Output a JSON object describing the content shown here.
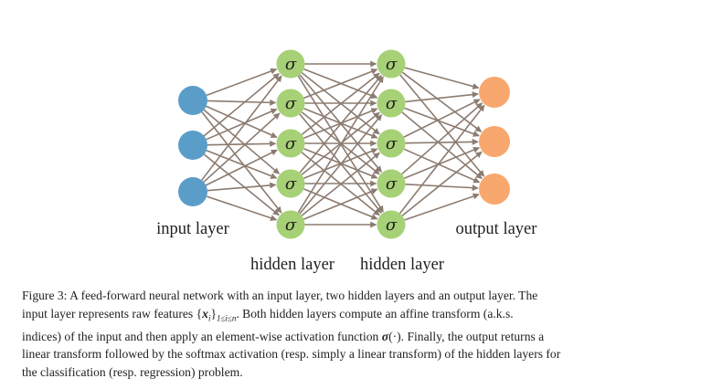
{
  "colors": {
    "input_node": "#5b9dc9",
    "hidden_node": "#a6d176",
    "output_node": "#f8a86e",
    "edge": "#8b7b70"
  },
  "network": {
    "input_label": "input layer",
    "hidden1_label": "hidden layer",
    "hidden2_label": "hidden layer",
    "output_label": "output layer",
    "activation_symbol": "σ",
    "input_count": 3,
    "hidden1_count": 5,
    "hidden2_count": 5,
    "output_count": 3
  },
  "caption": {
    "line1": "Figure 3: A feed-forward neural network with an input layer, two hidden layers and an output layer.  The",
    "line2_before": "input layer represents raw features ",
    "line2_math_open": "{",
    "line2_math_var": "x",
    "line2_math_sub": "i",
    "line2_math_close": "}",
    "line2_math_range": "1≤i≤n",
    "line2_after": ".   Both hidden layers compute an affine transform (a.k.s.",
    "line3_before": "indices) of the input and then apply an element-wise activation function ",
    "line3_func": "σ",
    "line3_arg": "(·)",
    "line3_after": ".  Finally, the output returns a",
    "line4": "linear transform followed by the softmax activation (resp. simply a linear transform) of the hidden layers for",
    "line5": "the classification (resp. regression) problem."
  }
}
